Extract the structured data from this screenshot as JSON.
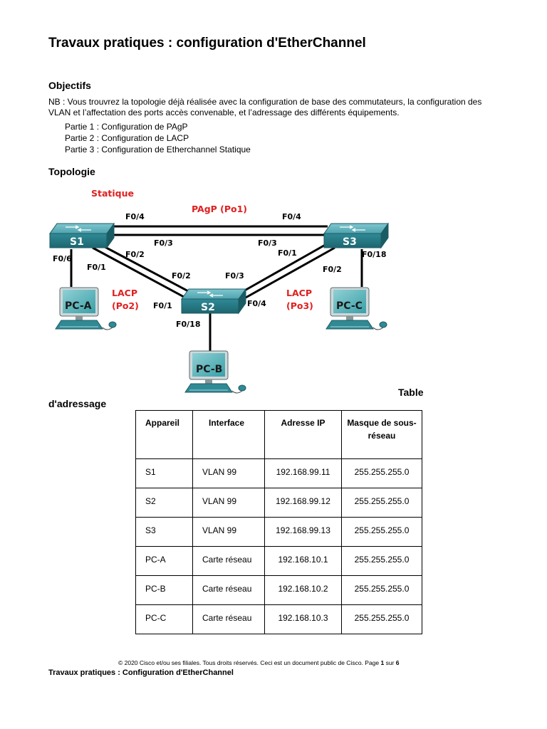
{
  "title": "Travaux pratiques : configuration d'EtherChannel",
  "objectives": {
    "heading": "Objectifs",
    "note": "NB : Vous trouvrez la topologie déjà réalisée avec la configuration de base des commutateurs, la  configuration des VLAN et l’affectation des ports accès convenable, et l’adressage des différents  équipements.",
    "parts": [
      "Partie 1 : Configuration de PAgP",
      "Partie 2 : Configuration de LACP",
      "Partie 3 : Configuration de Etherchannel Statique"
    ]
  },
  "topology": {
    "heading": "Topologie",
    "statique_label": "Statique",
    "pagp_label": "PAgP (Po1)",
    "lacp2_line1": "LACP",
    "lacp2_line2": "(Po2)",
    "lacp3_line1": "LACP",
    "lacp3_line2": "(Po3)",
    "switches": [
      "S1",
      "S2",
      "S3"
    ],
    "pcs": [
      "PC-A",
      "PC-B",
      "PC-C"
    ],
    "ports": {
      "s1_f04": "F0/4",
      "s1_f03": "F0/3",
      "s1_f02": "F0/2",
      "s1_f01": "F0/1",
      "s1_f06": "F0/6",
      "s3_f04": "F0/4",
      "s3_f03": "F0/3",
      "s3_f01": "F0/1",
      "s3_f02": "F0/2",
      "s3_f018": "F0/18",
      "s2_f02": "F0/2",
      "s2_f03": "F0/3",
      "s2_f01": "F0/1",
      "s2_f04": "F0/4",
      "s2_f018": "F0/18"
    }
  },
  "table": {
    "heading_part1": "Table",
    "heading_part2": "d'adressage",
    "headers": [
      "Appareil",
      "Interface",
      "Adresse IP",
      "Masque de sous-réseau"
    ],
    "rows": [
      [
        "S1",
        "VLAN 99",
        "192.168.99.11",
        "255.255.255.0"
      ],
      [
        "S2",
        "VLAN 99",
        "192.168.99.12",
        "255.255.255.0"
      ],
      [
        "S3",
        "VLAN 99",
        "192.168.99.13",
        "255.255.255.0"
      ],
      [
        "PC-A",
        "Carte réseau",
        "192.168.10.1",
        "255.255.255.0"
      ],
      [
        "PC-B",
        "Carte réseau",
        "192.168.10.2",
        "255.255.255.0"
      ],
      [
        "PC-C",
        "Carte réseau",
        "192.168.10.3",
        "255.255.255.0"
      ]
    ]
  },
  "footer": {
    "copyright_prefix": "© 2020 Cisco et/ou ses filiales. Tous droits réservés. Ceci est un document public de Cisco. Page ",
    "page_number": "1",
    "page_sep": " sur ",
    "page_total": "6",
    "running_title": "Travaux pratiques : Configuration d'EtherChannel"
  },
  "colors": {
    "annotation_red": "#e02020",
    "switch_teal": "#2f8a96",
    "pc_teal": "#3aa0a8"
  }
}
